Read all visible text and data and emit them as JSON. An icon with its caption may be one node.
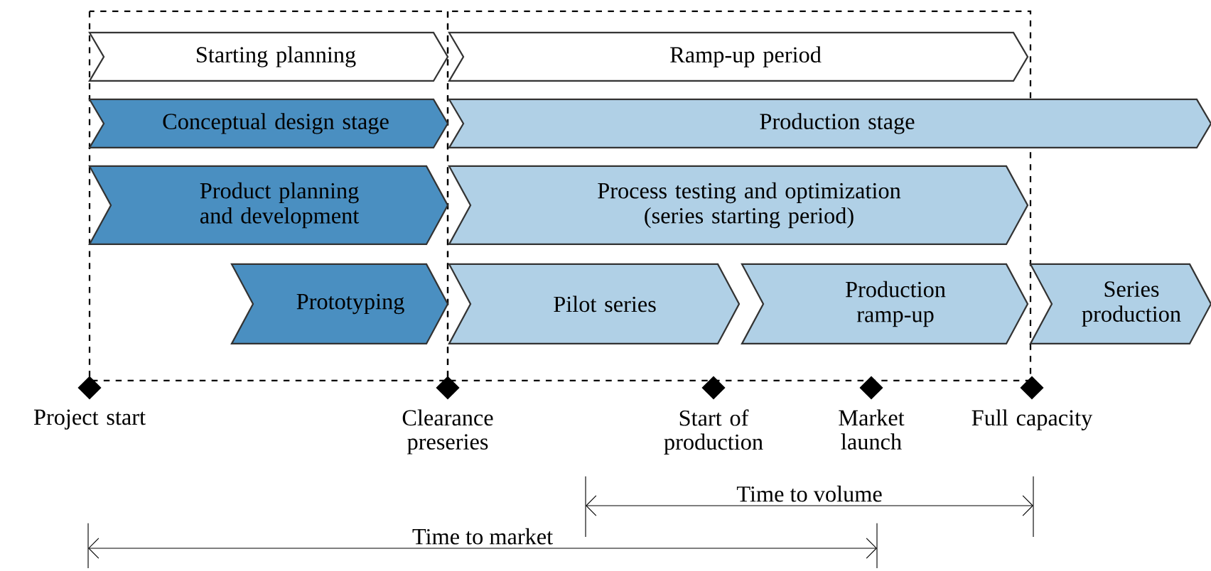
{
  "diagram": {
    "nodes": [
      {
        "text": [
          "Starting planning"
        ]
      },
      {
        "text": [
          "Ramp-up period"
        ]
      },
      {
        "text": [
          "Conceptual design stage"
        ]
      },
      {
        "text": [
          "Production stage"
        ]
      },
      {
        "text": [
          "Product planning and development"
        ]
      },
      {
        "text": [
          "Process testing and optimization (series starting period)"
        ]
      },
      {
        "text": [
          "Prototyping"
        ]
      },
      {
        "text": [
          "Pilot series"
        ]
      },
      {
        "text": [
          "Production ramp-up"
        ]
      },
      {
        "text": [
          "Series production"
        ]
      },
      {
        "text": [],
        "shape": "diamond",
        "beside": [
          "Project start"
        ]
      },
      {
        "text": [],
        "shape": "diamond",
        "beside": [
          "Clearance preseries"
        ]
      },
      {
        "text": [],
        "shape": "diamond",
        "beside": [
          "Start of production"
        ]
      },
      {
        "text": [],
        "shape": "diamond",
        "beside": [
          "Market launch"
        ]
      },
      {
        "text": [],
        "shape": "diamond",
        "beside": [
          "Full capacity"
        ]
      }
    ],
    "labels": [
      "Time to volume",
      "Time to market"
    ]
  }
}
